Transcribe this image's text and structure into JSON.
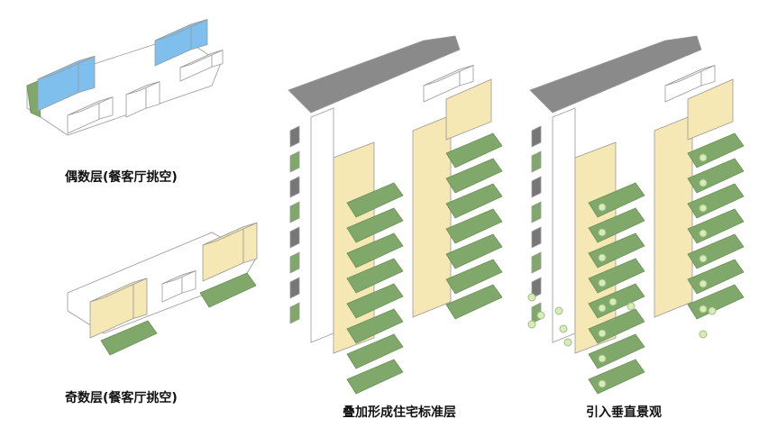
{
  "labels": {
    "even_floor": "偶数层(餐客厅挑空)",
    "odd_floor": "奇数层(餐客厅挑空)",
    "standard_floor": "叠加形成住宅标准层",
    "vertical_landscape": "引入垂直景观"
  },
  "colors": {
    "blue": "#7fbfee",
    "yellow": "#f6e8b4",
    "green": "#7fa86a",
    "roof": "#8a8a8a",
    "wall": "#ffffff",
    "line": "#999999"
  },
  "towers": [
    {
      "name": "standard",
      "floors": 8,
      "trees": false
    },
    {
      "name": "vertical-landscape",
      "floors": 8,
      "trees": true
    }
  ]
}
